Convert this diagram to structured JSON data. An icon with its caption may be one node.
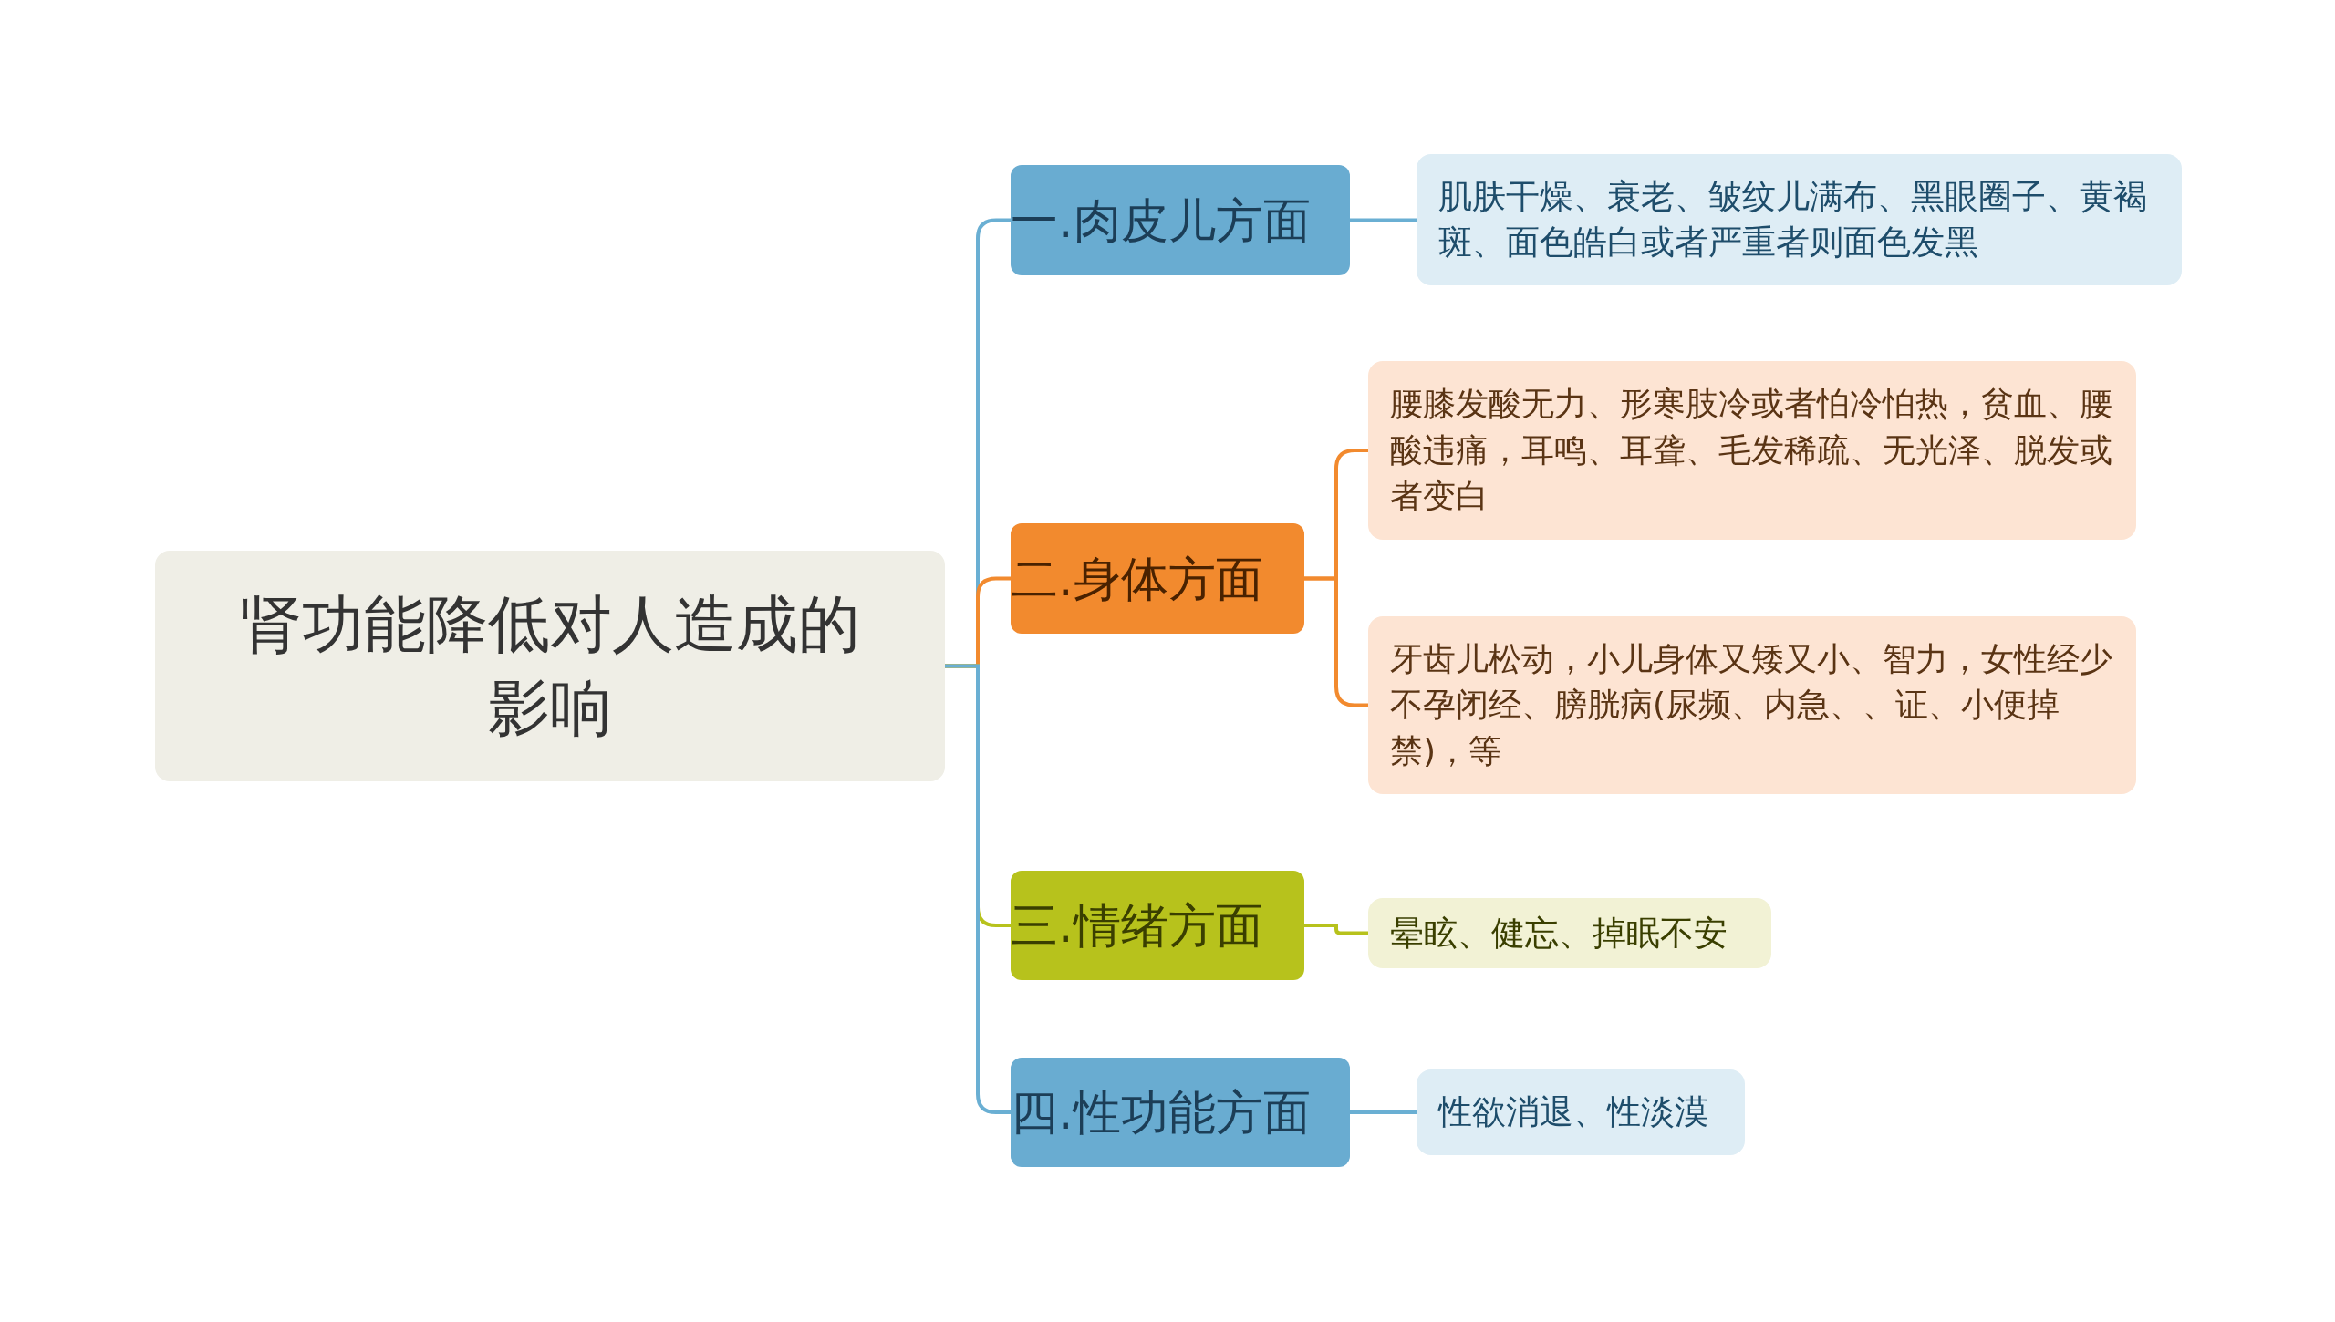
{
  "diagram": {
    "nodes": [
      {
        "text": [
          "肾功能降低对人造成的影响"
        ]
      },
      {
        "text": [
          "一.肉皮儿方面"
        ]
      },
      {
        "text": [
          "肌肤干燥、衰老、皱纹儿满布、黑眼圈子、黄褐斑、面色皓白或者严重者则面色发黑"
        ]
      },
      {
        "text": [
          "二.身体方面"
        ]
      },
      {
        "text": [
          "腰膝发酸无力、形寒肢冷或者怕冷怕热，贫血、腰酸违痛，耳鸣、耳聋、毛发稀疏、无光泽、脱发或者变白"
        ]
      },
      {
        "text": [
          "牙齿儿松动，小儿身体又矮又小、智力，女性经少不孕闭经、膀胱病(尿频、内急、、证、小便掉禁)，等"
        ]
      },
      {
        "text": [
          "三.情绪方面"
        ]
      },
      {
        "text": [
          "晕眩、健忘、掉眠不安"
        ]
      },
      {
        "text": [
          "四.性功能方面"
        ]
      },
      {
        "text": [
          "性欲消退、性淡漠"
        ]
      }
    ],
    "edges": [
      {
        "from": 0,
        "to": 1,
        "arrow": "none",
        "color": "#6aafd3"
      },
      {
        "from": 0,
        "to": 3,
        "arrow": "none",
        "color": "#f28a2e"
      },
      {
        "from": 0,
        "to": 6,
        "arrow": "none",
        "color": "#b7c21c"
      },
      {
        "from": 0,
        "to": 8,
        "arrow": "none",
        "color": "#6aafd3"
      },
      {
        "from": 1,
        "to": 2,
        "arrow": "none",
        "color": "#6aafd3"
      },
      {
        "from": 3,
        "to": 4,
        "arrow": "none",
        "color": "#f28a2e"
      },
      {
        "from": 3,
        "to": 5,
        "arrow": "none",
        "color": "#f28a2e"
      },
      {
        "from": 6,
        "to": 7,
        "arrow": "none",
        "color": "#b7c21c"
      },
      {
        "from": 8,
        "to": 9,
        "arrow": "none",
        "color": "#6aafd3"
      }
    ]
  }
}
